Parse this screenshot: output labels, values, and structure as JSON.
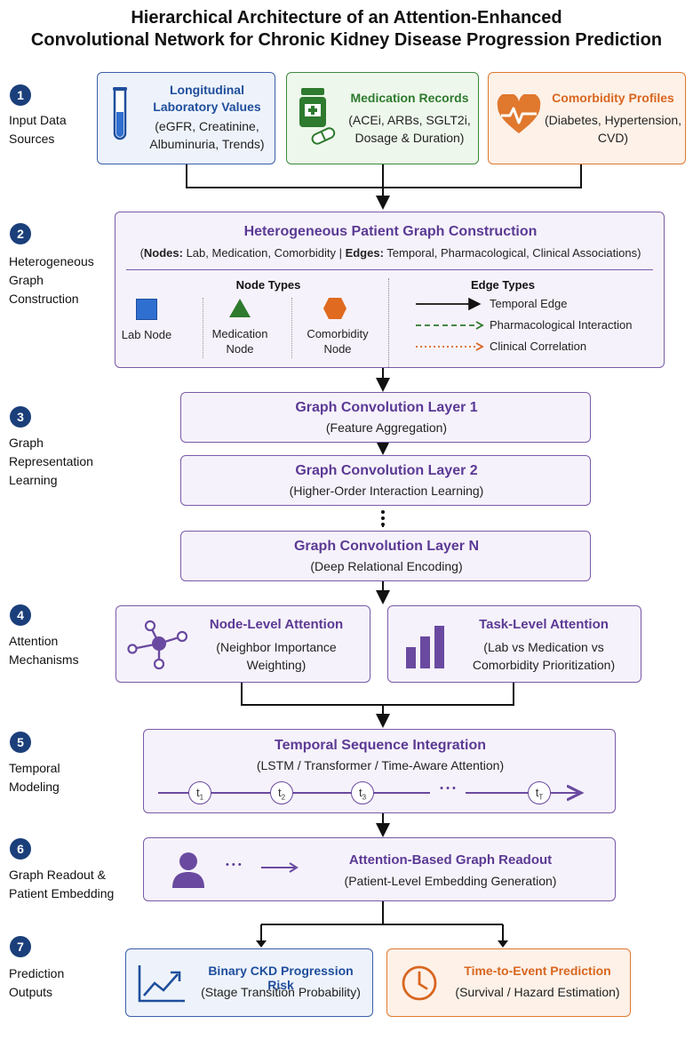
{
  "title": {
    "line1": "Hierarchical Architecture of an Attention-Enhanced",
    "line2": "Convolutional Network for Chronic Kidney Disease Progression Prediction"
  },
  "steps": [
    {
      "num": "1",
      "label1": "Input Data",
      "label2": "Sources"
    },
    {
      "num": "2",
      "label1": "Heterogeneous",
      "label2": "Graph",
      "label3": "Construction"
    },
    {
      "num": "3",
      "label1": "Graph",
      "label2": "Representation",
      "label3": "Learning"
    },
    {
      "num": "4",
      "label1": "Attention",
      "label2": "Mechanisms"
    },
    {
      "num": "5",
      "label1": "Temporal",
      "label2": "Modeling"
    },
    {
      "num": "6",
      "label1": "Graph Readout &",
      "label2": "Patient Embedding"
    },
    {
      "num": "7",
      "label1": "Prediction",
      "label2": "Outputs"
    }
  ],
  "inputs": {
    "lab": {
      "title1": "Longitudinal",
      "title2": "Laboratory Values",
      "d1": "(eGFR, Creatinine,",
      "d2": "Albuminuria, Trends)"
    },
    "med": {
      "title": "Medication Records",
      "d1": "(ACEi, ARBs, SGLT2i,",
      "d2": "Dosage & Duration)"
    },
    "com": {
      "title": "Comorbidity Profiles",
      "d1": "(Diabetes, Hypertension,",
      "d2": "CVD)"
    }
  },
  "graph": {
    "title": "Heterogeneous Patient Graph Construction",
    "nodes_key": "Nodes:",
    "nodes_val": " Lab, Medication, Comorbidity",
    "sep": " | ",
    "edges_key": "Edges:",
    "edges_val": " Temporal, Pharmacological, Clinical Associations",
    "node_types_title": "Node Types",
    "node_lab": "Lab Node",
    "node_med1": "Medication",
    "node_med2": "Node",
    "node_com1": "Comorbidity",
    "node_com2": "Node",
    "edge_types_title": "Edge Types",
    "edge_temporal": "Temporal Edge",
    "edge_pharm": "Pharmacological Interaction",
    "edge_clin": "Clinical Correlation"
  },
  "conv": [
    {
      "title": "Graph Convolution Layer 1",
      "sub": "(Feature Aggregation)"
    },
    {
      "title": "Graph Convolution Layer 2",
      "sub": "(Higher-Order Interaction Learning)"
    },
    {
      "title": "Graph Convolution Layer N",
      "sub": "(Deep Relational Encoding)"
    }
  ],
  "attention": {
    "node": {
      "title": "Node-Level Attention",
      "d1": "(Neighbor Importance",
      "d2": "Weighting)"
    },
    "task": {
      "title": "Task-Level Attention",
      "d1": "(Lab vs Medication vs",
      "d2": "Comorbidity Prioritization)"
    }
  },
  "temporal": {
    "title": "Temporal Sequence Integration",
    "sub": "(LSTM / Transformer / Time-Aware Attention)",
    "ticks": [
      "t",
      "t",
      "t",
      "t"
    ],
    "subs": [
      "1",
      "2",
      "3",
      "T"
    ],
    "ellipsis": "• • •"
  },
  "readout": {
    "title": "Attention-Based Graph Readout",
    "sub": "(Patient-Level Embedding Generation)",
    "dots": "• • •"
  },
  "outputs": {
    "binary": {
      "title": "Binary CKD Progression Risk",
      "sub": "(Stage Transition Probability)"
    },
    "tte": {
      "title": "Time-to-Event Prediction",
      "sub": "(Survival / Hazard Estimation)"
    }
  },
  "colors": {
    "blue": "#1f4e9c",
    "green": "#2e7a2e",
    "orange": "#d9661f",
    "purple": "#5b3a94",
    "navy": "#1b3f7a"
  }
}
